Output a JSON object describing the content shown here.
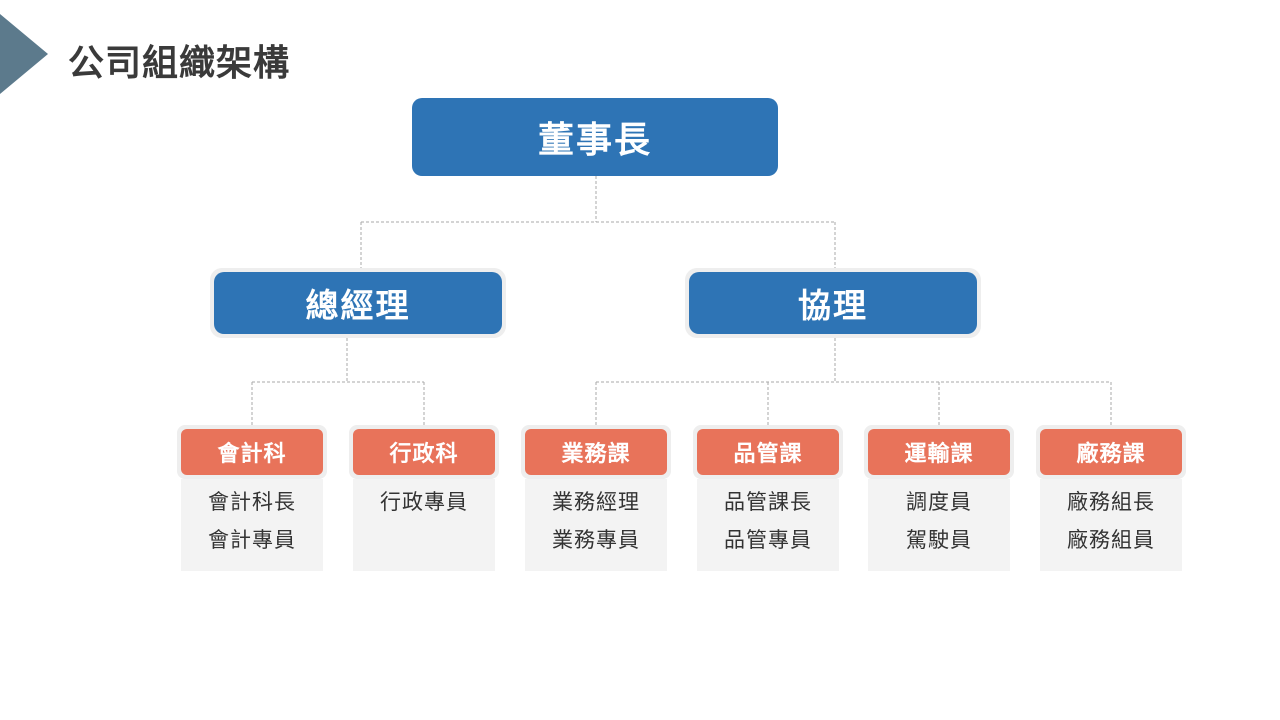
{
  "title": "公司組織架構",
  "chairman": "董事長",
  "general_manager": "總經理",
  "assistant_manager": "協理",
  "departments": [
    {
      "name": "會計科",
      "roles": [
        "會計科長",
        "會計專員"
      ]
    },
    {
      "name": "行政科",
      "roles": [
        "行政專員"
      ]
    },
    {
      "name": "業務課",
      "roles": [
        "業務經理",
        "業務專員"
      ]
    },
    {
      "name": "品管課",
      "roles": [
        "品管課長",
        "品管專員"
      ]
    },
    {
      "name": "運輸課",
      "roles": [
        "調度員",
        "駕駛員"
      ]
    },
    {
      "name": "廠務課",
      "roles": [
        "廠務組長",
        "廠務組員"
      ]
    }
  ],
  "colors": {
    "title_arrow": "#5c7a8c",
    "executive_box": "#2e74b5",
    "department_header": "#e8735a",
    "department_body": "#f3f3f3",
    "connector": "#aaaaaa"
  }
}
